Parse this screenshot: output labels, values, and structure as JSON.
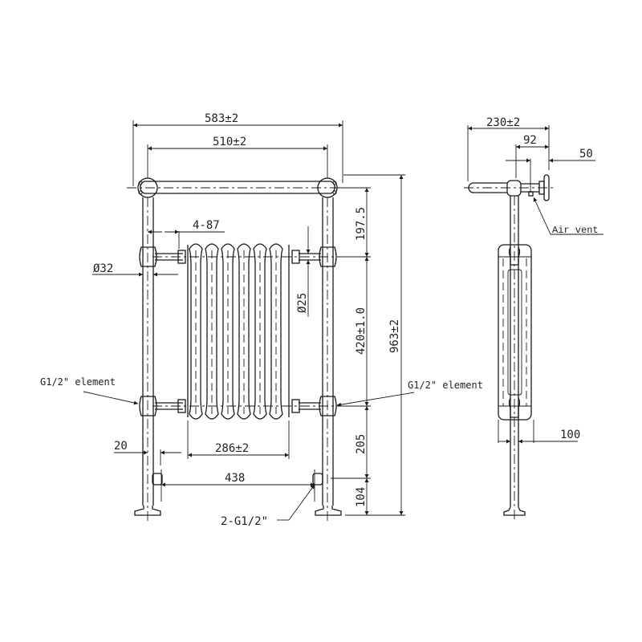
{
  "diagram": {
    "type": "technical-drawing",
    "subject": "Traditional column radiator towel rail",
    "views": [
      "front-view",
      "side-view"
    ],
    "ink_color": "#1a1a1a",
    "background": "#ffffff"
  },
  "front_view": {
    "dimensions": {
      "overall_width": "583±2",
      "rail_centres": "510±2",
      "top_to_radiator": "197.5",
      "radiator_centres": "420±1.0",
      "overall_height": "963±2",
      "bottom_to_floor_inlet": "205",
      "inlet_height": "104",
      "leg_to_radiator_gap": "4-87",
      "leg_diameter": "Ø32",
      "connector_diameter": "Ø25",
      "leg_offset": "20",
      "radiator_width": "286±2",
      "inlet_centres": "438"
    },
    "callouts": {
      "element_left": "G1/2\" element",
      "element_right": "G1/2\" element",
      "inlets": "2-G1/2\""
    },
    "radiator_columns": 6
  },
  "side_view": {
    "dimensions": {
      "overall_depth": "230±2",
      "depth_to_vent": "92",
      "vent_offset": "50",
      "radiator_depth": "100"
    },
    "callouts": {
      "air_vent": "Air vent"
    }
  }
}
